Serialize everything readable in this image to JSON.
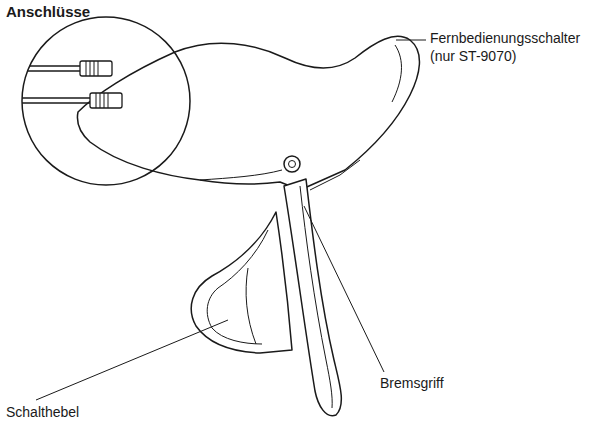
{
  "diagram": {
    "labels": [
      "Anschlüsse",
      "Fernbedienungsschalter (nur ST-9070)",
      "Bremsgriff",
      "Schalthebel"
    ]
  }
}
